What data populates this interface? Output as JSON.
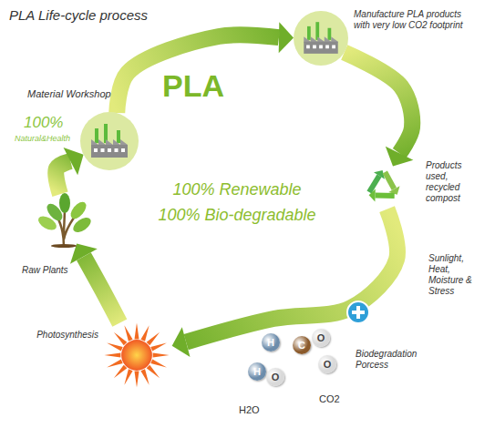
{
  "diagram": {
    "title": "PLA Life-cycle process",
    "nodes": [
      {
        "text": [
          "Material Workshop",
          "100%",
          "Natural&Health"
        ]
      },
      {
        "text": [
          "Manufacture PLA products with very low CO2 footprint"
        ]
      },
      {
        "text": [
          "Products used, recycled compost"
        ]
      },
      {
        "text": [
          "Photosynthesis"
        ]
      },
      {
        "text": [
          "Raw Plants"
        ]
      }
    ],
    "edges": [
      {
        "from": 0,
        "to": 1,
        "arrow": "to"
      },
      {
        "from": 1,
        "to": 2,
        "arrow": "to"
      },
      {
        "from": 2,
        "to": 3,
        "arrow": "to"
      },
      {
        "from": 3,
        "to": 4,
        "arrow": "to"
      },
      {
        "from": 4,
        "to": 0,
        "arrow": "to"
      }
    ],
    "labels": [
      "PLA",
      "100% Renewable",
      "100% Bio-degradable",
      "Sunlight, Heat, Moisture & Stress",
      "Biodegradation Porcess",
      "H",
      "H",
      "O",
      "C",
      "O",
      "O",
      "H2O",
      "CO2"
    ]
  }
}
